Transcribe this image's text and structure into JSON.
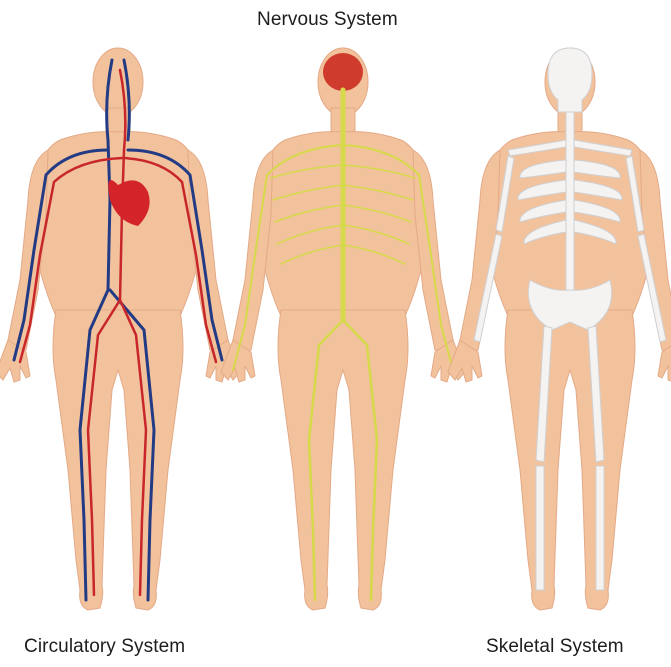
{
  "labels": {
    "nervous": "Nervous System",
    "circulatory": "Circulatory System",
    "skeletal": "Skeletal System"
  },
  "figures": [
    {
      "system": "circulatory",
      "icon": "circulatory-system-figure"
    },
    {
      "system": "nervous",
      "icon": "nervous-system-figure"
    },
    {
      "system": "skeletal",
      "icon": "skeletal-system-figure"
    }
  ],
  "colors": {
    "skin": "#f2c29c",
    "skin_edge": "#e4a987",
    "artery": "#c8262a",
    "vein": "#233b85",
    "heart": "#d3242a",
    "nerve": "#d5d94a",
    "brain": "#cf3b2c",
    "bone": "#f4f3f1",
    "bone_edge": "#cfd0d4"
  }
}
